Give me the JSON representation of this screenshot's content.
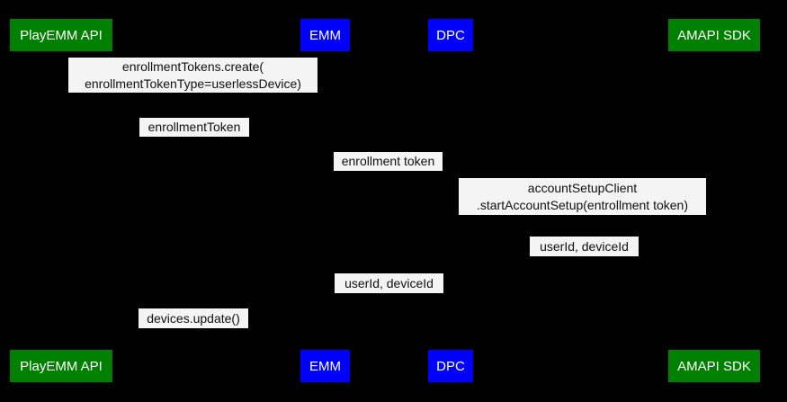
{
  "diagram": {
    "type": "sequence-diagram",
    "background_color": "#000000",
    "colors": {
      "actor_green": "#008000",
      "actor_blue": "#0000ff",
      "actor_text": "#ffffff",
      "label_background": "#f4f4f4",
      "label_text": "#111111"
    },
    "actors": [
      {
        "label": "PlayEMM API",
        "color": "#008000"
      },
      {
        "label": "EMM",
        "color": "#0000ff"
      },
      {
        "label": "DPC",
        "color": "#0000ff"
      },
      {
        "label": "AMAPI SDK",
        "color": "#008000"
      }
    ],
    "messages": [
      {
        "text": "enrollmentTokens.create(\nenrollmentTokenType=userlessDevice)"
      },
      {
        "text": "enrollmentToken"
      },
      {
        "text": "enrollment token"
      },
      {
        "text": "accountSetupClient\n.startAccountSetup(entrollment token)"
      },
      {
        "text": "userId, deviceId"
      },
      {
        "text": "userId, deviceId"
      },
      {
        "text": "devices.update()"
      }
    ]
  }
}
